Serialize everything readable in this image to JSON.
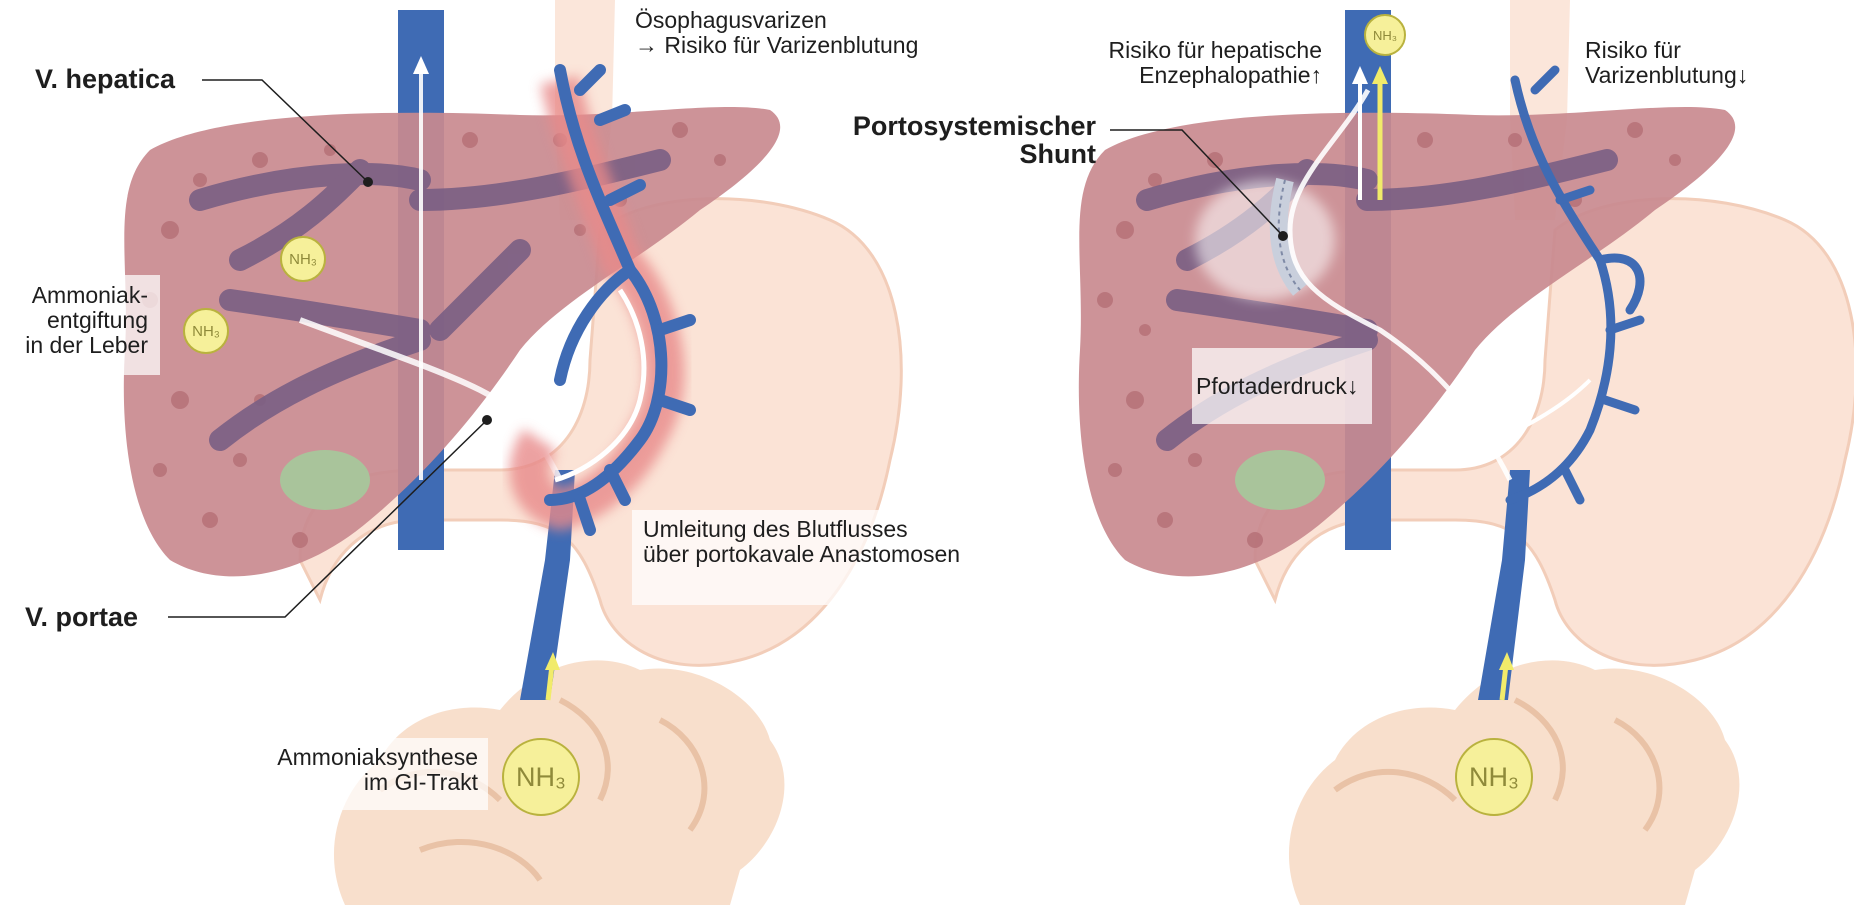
{
  "labels": {
    "v_hepatica": "V. hepatica",
    "v_portae": "V. portae",
    "oesophagus_line1": "Ösophagusvarizen",
    "oesophagus_line2": "→ Risiko für Varizenblutung",
    "detox_line1": "Ammoniak-",
    "detox_line2": "entgiftung",
    "detox_line3": "in der Leber",
    "umleitung_line1": "Umleitung des Blutflusses",
    "umleitung_line2": "über portokavale Anastomosen",
    "synthese_line1": "Ammoniaksynthese",
    "synthese_line2": "im GI-Trakt",
    "he_line1": "Risiko für hepatische",
    "he_line2": "Enzephalopathie↑",
    "shunt_line1": "Portosystemischer",
    "shunt_line2": "Shunt",
    "vb_line1": "Risiko für",
    "vb_line2": "Varizenblutung↓",
    "pfortader": "Pfortaderdruck↓"
  },
  "nh3_text": "NH₃",
  "colors": {
    "liver": "#c98a8f",
    "liver_dot": "#b56f76",
    "vein_dark": "#7a5f84",
    "vein_blue": "#3f6bb4",
    "varix_glow": "#e88a8a",
    "stomach": "#fbe3d6",
    "intestine": "#f7d9c3",
    "gallbladder": "#a9c49b",
    "nh3_fill": "#f6f09a",
    "flow_arrow": "#ffffff",
    "nh3_arrow": "#f1eb6a"
  }
}
